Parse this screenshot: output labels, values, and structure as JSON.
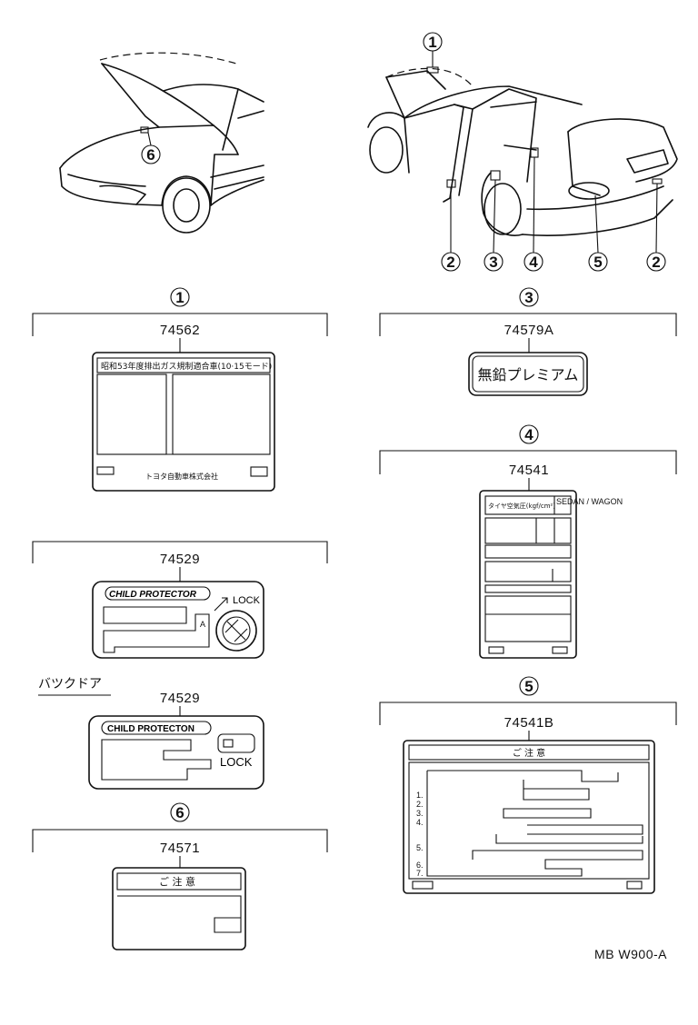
{
  "callouts": {
    "c1": "1",
    "c2": "2",
    "c3": "3",
    "c4": "4",
    "c5": "5",
    "c6": "6"
  },
  "labels": {
    "l74562": {
      "part": "74562",
      "title": "昭和53年度排出ガス規制適合車(10·15モード)",
      "maker": "トヨタ自動車株式会社"
    },
    "l74529a": {
      "part": "74529",
      "title": "CHILD PROTECTOR",
      "lock": "LOCK",
      "arrow_letter": "A"
    },
    "l74529b": {
      "heading": "バツクドア",
      "part": "74529",
      "title": "CHILD PROTECTON",
      "lock": "LOCK"
    },
    "l74571": {
      "part": "74571",
      "title": "ご 注 意"
    },
    "l74579a": {
      "part": "74579A",
      "text": "無鉛プレミアム"
    },
    "l74541": {
      "part": "74541",
      "title": "タイヤ空気圧(kgf/cm²)",
      "corner": "SEDAN / WAGON"
    },
    "l74541b": {
      "part": "74541B",
      "title": "ご 注 意",
      "steps": [
        "1.",
        "2.",
        "3.",
        "4.",
        "5.",
        "6.",
        "7."
      ]
    }
  },
  "footer_code": "MB W900-A"
}
